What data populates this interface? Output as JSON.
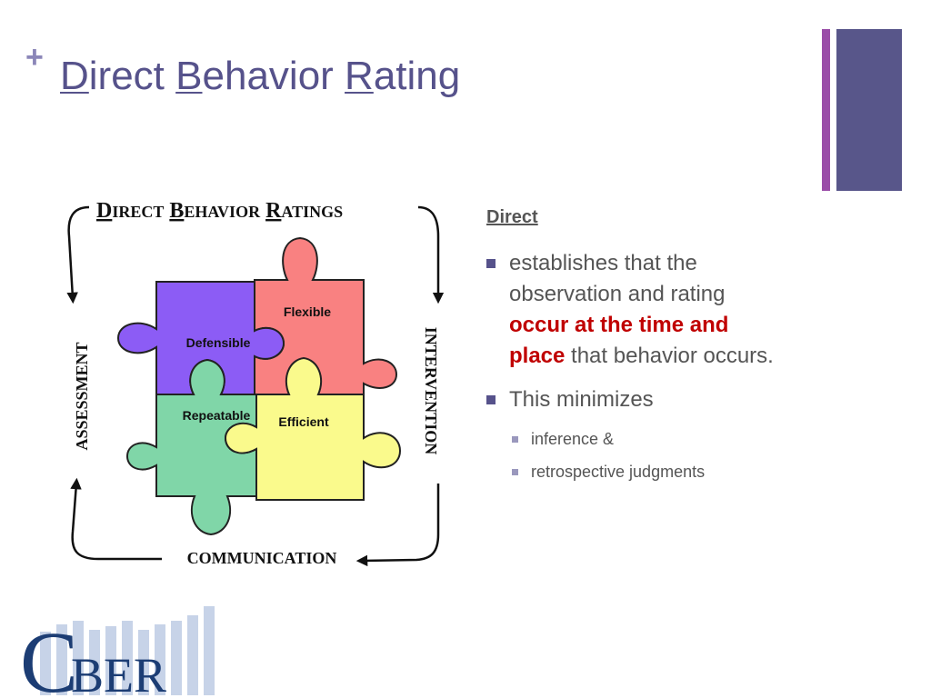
{
  "slide": {
    "plus_mark": "+",
    "title_parts": [
      {
        "first": "D",
        "rest": "irect"
      },
      {
        "first": "B",
        "rest": "ehavior"
      },
      {
        "first": "R",
        "rest": "ating"
      }
    ]
  },
  "figure": {
    "banner": {
      "d": "D",
      "irect": "IRECT",
      "b": "B",
      "ehavior": "EHAVIOR",
      "r": "R",
      "atings": "ATINGS"
    },
    "side_left": "ASSESSMENT",
    "side_right": "INTERVENTION",
    "side_bottom": "COMMUNICATION",
    "pieces": {
      "defensible": "Defensible",
      "flexible": "Flexible",
      "repeatable": "Repeatable",
      "efficient": "Efficient"
    },
    "colors": {
      "purple": "#8c5cf5",
      "red": "#f98181",
      "green": "#80d6a8",
      "yellow": "#fafa8c"
    }
  },
  "content": {
    "heading": "Direct",
    "bullet1": {
      "pre": "establishes that the observation and rating ",
      "emph": "occur at the time and place",
      "post": " that behavior occurs."
    },
    "bullet2": "This minimizes",
    "sub_items": [
      "inference &",
      "retrospective judgments"
    ]
  },
  "logo": {
    "big": "C",
    "small": "BER"
  },
  "colors": {
    "title": "#56528b",
    "accent_purple": "#9a4da8",
    "accent_navy": "#58568a",
    "emphasis_red": "#c00000"
  }
}
